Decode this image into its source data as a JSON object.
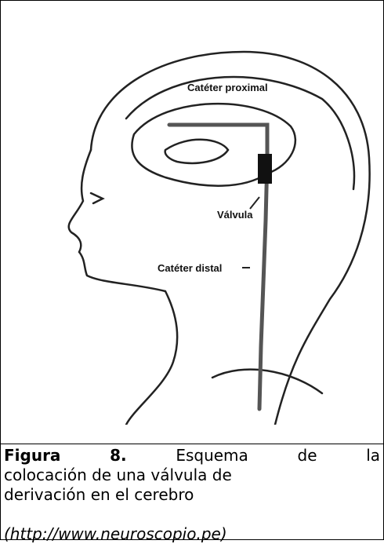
{
  "figure": {
    "labels": {
      "proximal": "Catéter proximal",
      "valve": "Válvula",
      "distal": "Catéter distal"
    }
  },
  "caption": {
    "label": "Figura",
    "number": "8.",
    "words_line1": [
      "Esquema",
      "de",
      "la"
    ],
    "line2": "colocación de una válvula de",
    "line3": "derivación en el cerebro",
    "source": "(http://www.neuroscopio.pe)"
  }
}
